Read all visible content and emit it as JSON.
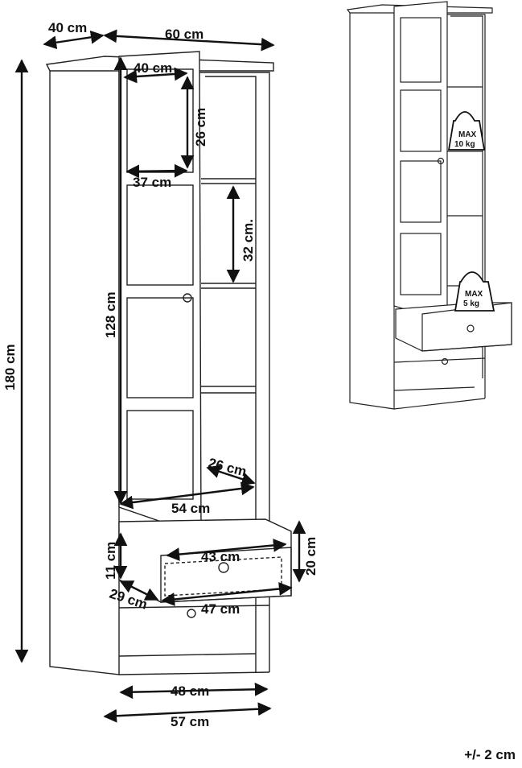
{
  "dimensions": {
    "depth_top": "40 cm",
    "width_top": "60 cm",
    "shelf_depth": "40 cm",
    "compartment_height_top": "26 cm",
    "compartment_width_top": "37 cm",
    "compartment_height_mid": "32 cm.",
    "door_height": "128 cm",
    "total_height": "180 cm",
    "inner_depth": "26 cm",
    "inner_width": "54 cm",
    "drawer_inner_height": "11 cm",
    "drawer_inner_width": "43 cm",
    "drawer_height": "20 cm",
    "drawer_depth": "29 cm",
    "drawer_width": "47 cm",
    "base_inner_width": "48 cm",
    "base_width": "57 cm"
  },
  "load_labels": {
    "shelf": {
      "line1": "MAX",
      "line2": "10 kg"
    },
    "drawer": {
      "line1": "MAX",
      "line2": "5 kg"
    }
  },
  "tolerance": "+/- 2 cm"
}
